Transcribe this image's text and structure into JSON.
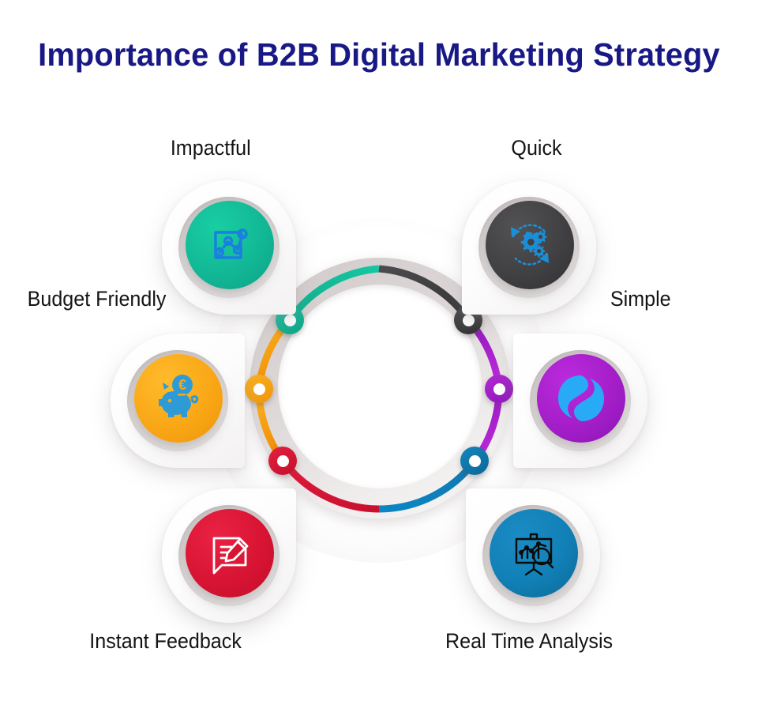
{
  "title": "Importance of B2B Digital Marketing Strategy",
  "title_color": "#191986",
  "background": "#ffffff",
  "center": {
    "donut_color": "#d8d2d2",
    "hub_color": "#ffffff"
  },
  "nodes": [
    {
      "name": "impactful",
      "color": "#10b795",
      "angle_deg": 215
    },
    {
      "name": "quick",
      "color": "#3b3b3d",
      "angle_deg": 325
    },
    {
      "name": "budget-friendly",
      "color": "#f7a51c",
      "angle_deg": 180
    },
    {
      "name": "simple",
      "color": "#9b1fbf",
      "angle_deg": 0
    },
    {
      "name": "instant-feedback",
      "color": "#d7132f",
      "angle_deg": 145
    },
    {
      "name": "real-time",
      "color": "#0b73a8",
      "angle_deg": 35
    }
  ],
  "segments": [
    {
      "name": "teal-segment",
      "color": "#11b795",
      "from": "top",
      "to": "impactful-node"
    },
    {
      "name": "dark-segment",
      "color": "#3b3b3d",
      "from": "top",
      "to": "quick-node"
    },
    {
      "name": "orange-segment",
      "color": "#f7a51c",
      "from": "impactful",
      "to": "budget-friendly"
    },
    {
      "name": "purple-segment",
      "color": "#9b1fbf",
      "from": "quick",
      "to": "simple"
    },
    {
      "name": "red-segment",
      "color": "#d7132f",
      "from": "budget",
      "to": "bottom"
    },
    {
      "name": "blue-segment",
      "color": "#0b73a8",
      "from": "simple",
      "to": "bottom"
    }
  ],
  "items": [
    {
      "key": "impactful",
      "label": "Impactful",
      "icon": "strategy-network-icon",
      "disc_color_from": "#14c79c",
      "disc_color_to": "#0fa88a",
      "icon_color": "#1a7fe0",
      "node_color": "#10b795"
    },
    {
      "key": "quick",
      "label": "Quick",
      "icon": "gears-refresh-icon",
      "disc_color_from": "#4a4a4c",
      "disc_color_to": "#333335",
      "icon_color": "#1b8fd6",
      "node_color": "#3b3b3d"
    },
    {
      "key": "budget-friendly",
      "label": "Budget Friendly",
      "icon": "piggy-bank-euro-icon",
      "disc_color_from": "#fbae17",
      "disc_color_to": "#f09c0c",
      "icon_color": "#2e9bd6",
      "node_color": "#f7a51c"
    },
    {
      "key": "simple",
      "label": "Simple",
      "icon": "yin-yang-s-icon",
      "disc_color_from": "#ae1fcf",
      "disc_color_to": "#8b15b8",
      "icon_color": "#29aaf7",
      "node_color": "#9b1fbf"
    },
    {
      "key": "instant-feedback",
      "label": "Instant Feedback",
      "icon": "speech-bubble-pencil-icon",
      "disc_color_from": "#e31b3d",
      "disc_color_to": "#c3102c",
      "icon_color": "#ffffff",
      "node_color": "#d7132f"
    },
    {
      "key": "real-time-analysis",
      "label": "Real Time Analysis",
      "icon": "chart-board-magnifier-icon",
      "disc_color_from": "#1580b8",
      "disc_color_to": "#0a6796",
      "icon_color": "#0b0b0b",
      "node_color": "#0b73a8"
    }
  ]
}
